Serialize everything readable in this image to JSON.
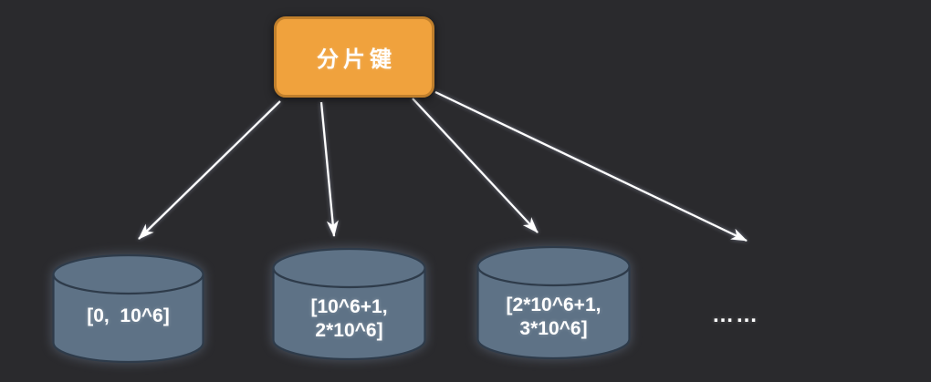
{
  "diagram": {
    "root_node": {
      "label": "分片键"
    },
    "shards": [
      {
        "label": "[0,  10^6]"
      },
      {
        "label": "[10^6+1,\n2*10^6]"
      },
      {
        "label": "[2*10^6+1,\n3*10^6]"
      },
      {
        "label": "……"
      }
    ],
    "colors": {
      "background": "#2a2a2d",
      "root_fill": "#f0a23d",
      "root_border": "#c07f2c",
      "cylinder_fill": "#5e7286",
      "cylinder_border": "#2e3b4a",
      "arrow": "#ffffff",
      "label_text": "#ffffff"
    }
  }
}
